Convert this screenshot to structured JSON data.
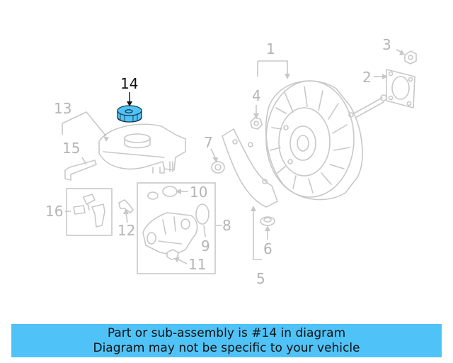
{
  "diagram": {
    "highlighted_callout": "14",
    "highlight_color": "#4fc3f7",
    "callouts": {
      "c1": "1",
      "c2": "2",
      "c3": "3",
      "c4": "4",
      "c5": "5",
      "c6": "6",
      "c7": "7",
      "c8": "8",
      "c9": "9",
      "c10": "10",
      "c11": "11",
      "c12": "12",
      "c13": "13",
      "c14": "14",
      "c15": "15",
      "c16": "16"
    }
  },
  "banner": {
    "line1": "Part or sub-assembly is #14 in diagram",
    "line2": "Diagram may not be specific to your vehicle",
    "background": "#4fc3f7"
  }
}
